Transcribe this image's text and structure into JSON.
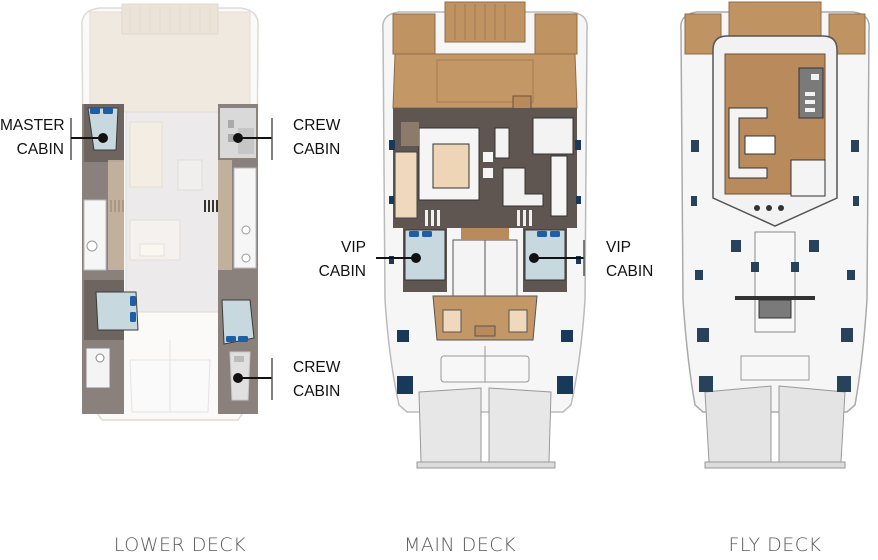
{
  "decks": [
    {
      "id": "lower",
      "title": "LOWER DECK"
    },
    {
      "id": "main",
      "title": "MAIN DECK"
    },
    {
      "id": "fly",
      "title": "FLY DECK"
    }
  ],
  "callouts": {
    "master_cabin": {
      "line1": "MASTER",
      "line2": "CABIN"
    },
    "crew_cabin_fwd": {
      "line1": "CREW",
      "line2": "CABIN"
    },
    "crew_cabin_aft": {
      "line1": "CREW",
      "line2": "CABIN"
    },
    "vip_cabin_port": {
      "line1": "VIP",
      "line2": "CABIN"
    },
    "vip_cabin_stbd": {
      "line1": "VIP",
      "line2": "CABIN"
    }
  },
  "colors": {
    "teak": "#b98b5c",
    "teak_faded": "#ece3d8",
    "corridor": "#5f5652",
    "cabin_bed": "#c7d9df",
    "pillow": "#1c5fa8",
    "window": "#18395a",
    "hull": "#f4f4f4",
    "label": "#111111",
    "deck_title": "#5a5a5a"
  }
}
